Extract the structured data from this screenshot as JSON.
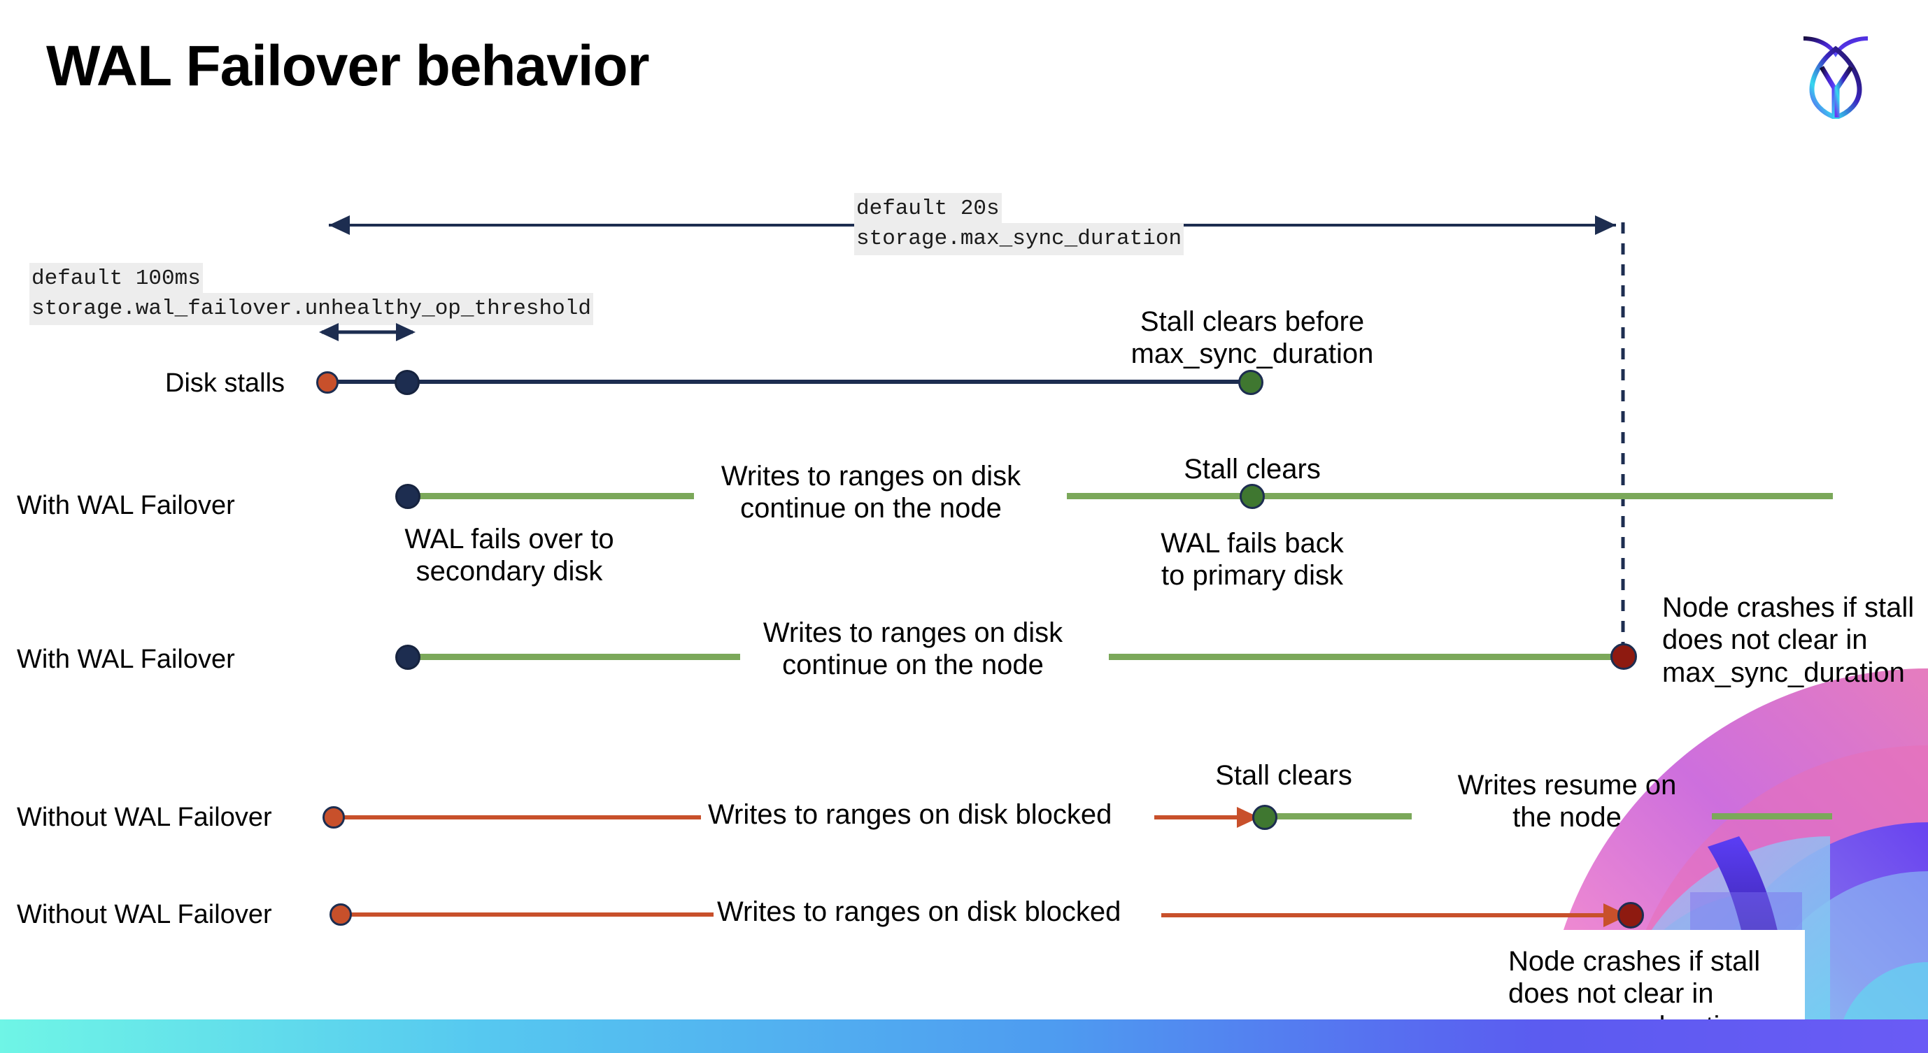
{
  "slide": {
    "title": "WAL Failover behavior",
    "logo_name": "cockroachdb-logo"
  },
  "settings": {
    "max_sync": {
      "default": "default 20s",
      "name": "storage.max_sync_duration"
    },
    "unhealthy_op": {
      "default": "default 100ms",
      "name": "storage.wal_failover.unhealthy_op_threshold"
    }
  },
  "rows": [
    {
      "label": "Disk stalls"
    },
    {
      "label": "With WAL Failover"
    },
    {
      "label": "With WAL Failover"
    },
    {
      "label": "Without WAL Failover"
    },
    {
      "label": "Without WAL Failover"
    }
  ],
  "annotations": {
    "stall_clears_before": "Stall clears before\nmax_sync_duration",
    "stall_clears_before_l1": "Stall clears before",
    "stall_clears_before_l2": "max_sync_duration",
    "writes_continue_l1": "Writes to ranges on disk",
    "writes_continue_l2": "continue on the node",
    "stall_clears": "Stall clears",
    "wal_fails_over_l1": "WAL fails over to",
    "wal_fails_over_l2": "secondary disk",
    "wal_fails_back_l1": "WAL fails  back",
    "wal_fails_back_l2": "to primary disk",
    "node_crashes_l1": "Node crashes if stall",
    "node_crashes_l2": "does not clear in",
    "node_crashes_l3": "max_sync_duration",
    "writes_blocked": "Writes to ranges on disk  blocked",
    "writes_resume_l1": "Writes resume on",
    "writes_resume_l2": "the node"
  },
  "colors": {
    "navy": "#1d2d50",
    "green_line": "#7BA85A",
    "green_dot": "#3F7730",
    "red_line": "#C8502B",
    "orange_dot": "#C8502B",
    "dark_red_dot": "#8E1A10",
    "code_bg": "#ededed"
  }
}
